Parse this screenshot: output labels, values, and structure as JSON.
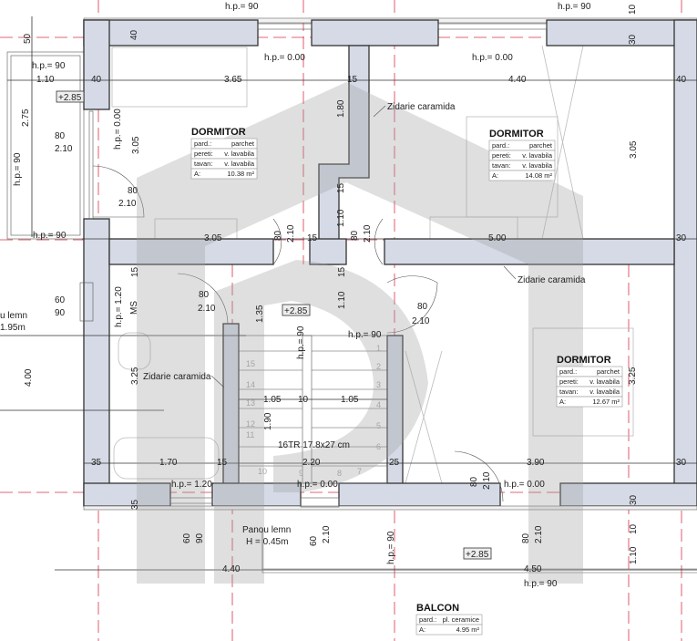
{
  "rooms": [
    {
      "name": "DORMITOR",
      "pard_label": "pard.:",
      "pard": "parchet",
      "pereti_label": "pereti:",
      "pereti": "v. lavabila",
      "tavan_label": "tavan:",
      "tavan": "v. lavabila",
      "area_label": "A:",
      "area": "10.38 m²"
    },
    {
      "name": "DORMITOR",
      "pard_label": "pard.:",
      "pard": "parchet",
      "pereti_label": "pereti:",
      "pereti": "v. lavabila",
      "tavan_label": "tavan:",
      "tavan": "v. lavabila",
      "area_label": "A:",
      "area": "14.08 m²"
    },
    {
      "name": "DORMITOR",
      "pard_label": "pard.:",
      "pard": "parchet",
      "pereti_label": "pereti:",
      "pereti": "v. lavabila",
      "tavan_label": "tavan:",
      "tavan": "v. lavabila",
      "area_label": "A:",
      "area": "12.67 m²"
    }
  ],
  "balcony": {
    "name": "BALCON",
    "pard_label": "pard.:",
    "pard": "pl. ceramice",
    "area_label": "A:",
    "area": "4.95 m²"
  },
  "annotations": {
    "wall_material_1": "Zidarie caramida",
    "wall_material_2": "Zidarie caramida",
    "wall_material_3": "Zidarie caramida",
    "panel": "Panou lemn",
    "panel_height": "H = 0.45m",
    "stairs": "16TR 17.8x27 cm",
    "left_panel_cut": "u lemn",
    "left_height_cut": "1.95m",
    "bath_mark": "MS"
  },
  "levels": [
    "+2.85",
    "+2.85",
    "+2.85"
  ],
  "dimension_labels": [
    "h.p.= 90",
    "h.p.= 90",
    "50",
    "40",
    "h.p.= 0.00",
    "h.p.= 0.00",
    "30",
    "10",
    "h.p.= 90",
    "1.10",
    "40",
    "3.65",
    "15",
    "4.40",
    "40",
    "2.75",
    "80",
    "2.10",
    "h.p.= 0.00",
    "3.05",
    "1.80",
    "3.05",
    "h.p.= 90",
    "80",
    "2.10",
    "15",
    "1.10",
    "80",
    "2.10",
    "15",
    "80",
    "2.10",
    "h.p.= 90",
    "3.05",
    "5.00",
    "30",
    "15",
    "15",
    "60",
    "90",
    "h.p.= 1.20",
    "80",
    "2.10",
    "1.35",
    "1.10",
    "80",
    "2.10",
    "h.p.= 90",
    "h.p.= 90",
    "4.00",
    "3.25",
    "3.25",
    "1.05",
    "10",
    "1.05",
    "1.90",
    "35",
    "1.70",
    "15",
    "2.20",
    "25",
    "3.90",
    "30",
    "h.p.= 1.20",
    "h.p.= 0.00",
    "80",
    "2.10",
    "h.p.= 0.00",
    "35",
    "30",
    "10",
    "60",
    "90",
    "60",
    "2.10",
    "h.p.= 90",
    "80",
    "2.10",
    "1.10",
    "4.40",
    "4.50",
    "h.p.= 90"
  ],
  "stair_steps": [
    "1",
    "2",
    "3",
    "4",
    "5",
    "6",
    "7",
    "8",
    "9",
    "10",
    "11",
    "12",
    "13",
    "14",
    "15"
  ],
  "colors": {
    "wall_fill": "#d5dae6",
    "axis_line": "#d9334a",
    "watermark": "#9a9a9a"
  }
}
